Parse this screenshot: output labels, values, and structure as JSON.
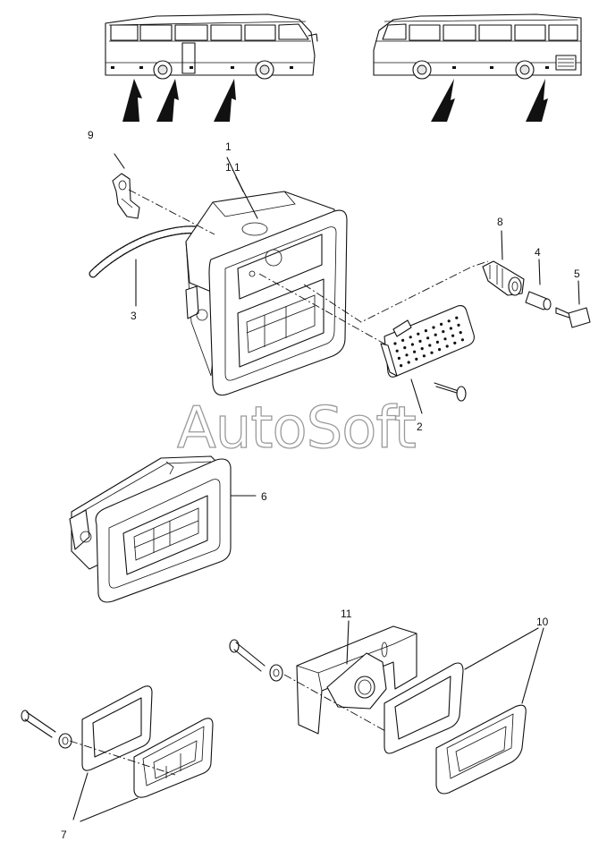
{
  "watermark": "AutoSoft",
  "callouts": {
    "c1": "1",
    "c1_1": "1.1",
    "c2": "2",
    "c3": "3",
    "c4": "4",
    "c5": "5",
    "c6": "6",
    "c7": "7",
    "c8": "8",
    "c9": "9",
    "c10": "10",
    "c11": "11"
  }
}
